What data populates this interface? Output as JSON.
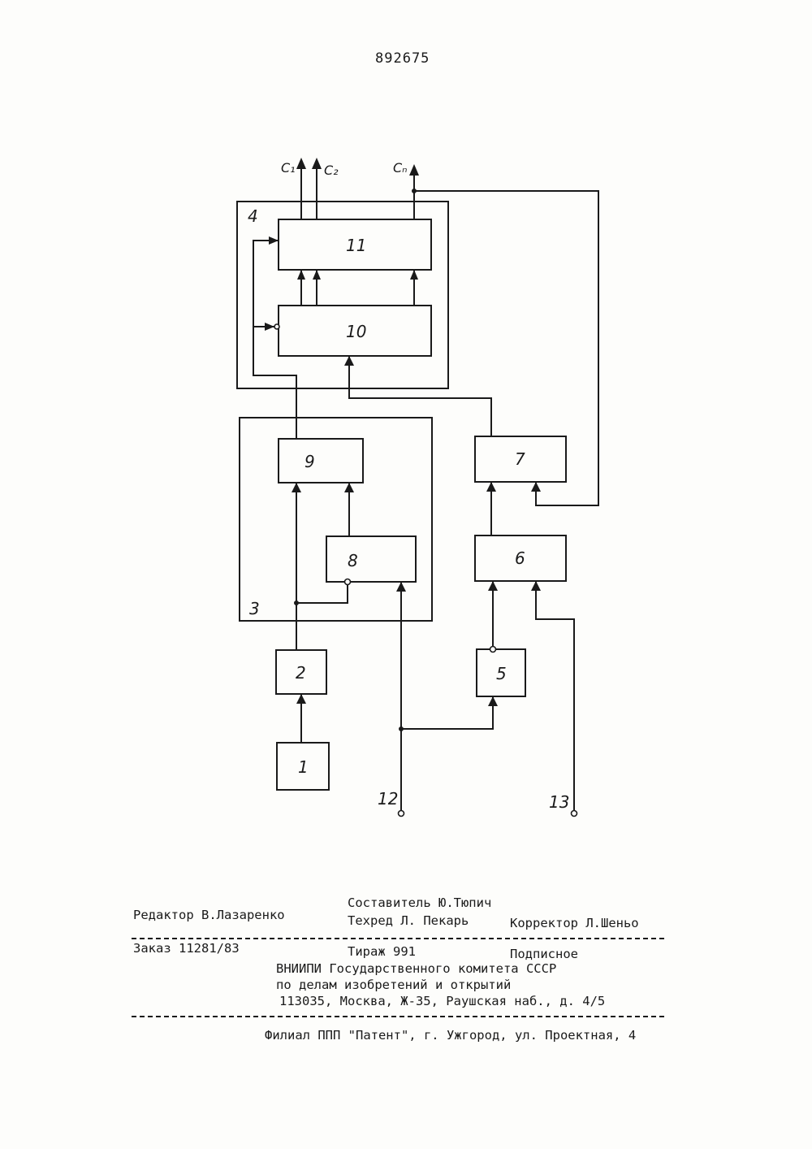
{
  "patent_number": "892675",
  "diagram": {
    "blocks": {
      "b1": "1",
      "b2": "2",
      "b5": "5",
      "b6": "6",
      "b7": "7",
      "b8": "8",
      "b9": "9",
      "b10": "10",
      "b11": "11"
    },
    "groups": {
      "g3": "3",
      "g4": "4"
    },
    "terminals": {
      "t12": "12",
      "t13": "13"
    },
    "outputs": {
      "c1": "C₁",
      "c2": "C₂",
      "cn": "Cₙ"
    }
  },
  "imprint": {
    "editor": "Редактор В.Лазаренко",
    "compiler": "Составитель Ю.Тюпич",
    "techred": "Техред Л. Пекарь",
    "corrector": "Корректор Л.Шеньо",
    "order": "Заказ 11281/83",
    "circulation": "Тираж 991",
    "subscription": "Подписное",
    "org_line1": "ВНИИПИ Государственного комитета СССР",
    "org_line2": "по делам изобретений и открытий",
    "org_line3": "113035, Москва, Ж-35, Раушская наб., д. 4/5",
    "branch": "Филиал ППП \"Патент\", г. Ужгород, ул. Проектная, 4"
  }
}
